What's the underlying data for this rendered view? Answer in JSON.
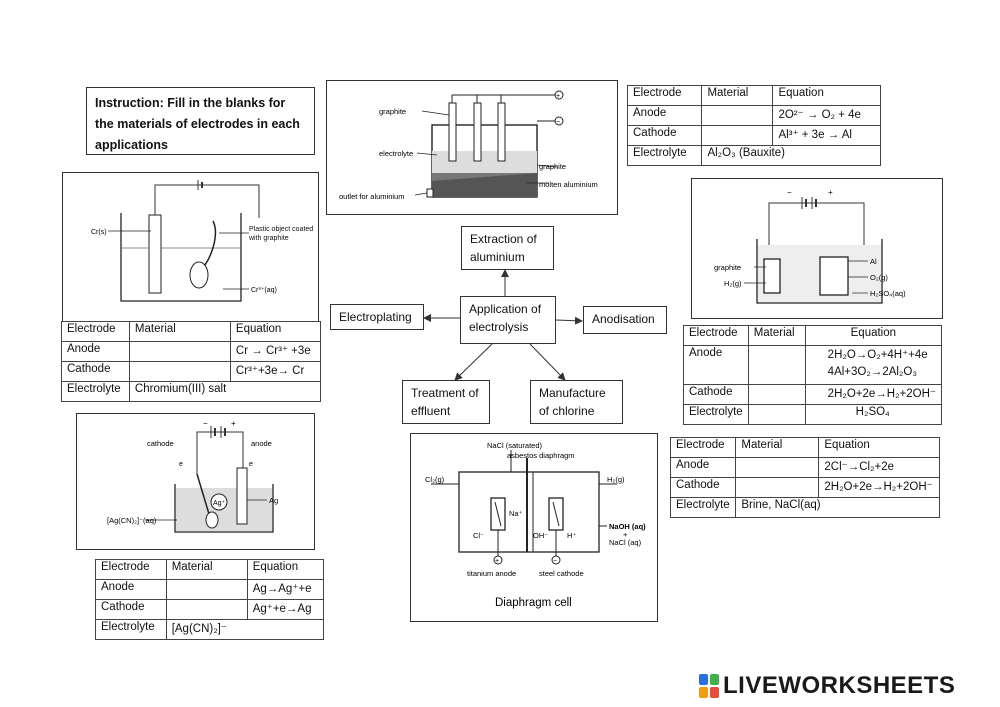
{
  "instruction": {
    "text": "Instruction:  Fill in the blanks for the materials of electrodes in each applications"
  },
  "mindmap": {
    "center": "Application of electrolysis",
    "branches": {
      "extraction": "Extraction of aluminium",
      "electroplating": "Electroplating",
      "anodisation": "Anodisation",
      "effluent": "Treatment of effluent",
      "chlorine": "Manufacture of chlorine"
    }
  },
  "diagrams": {
    "chromium": {
      "cr": "Cr(s)",
      "plastic": "Plastic object coated with graphite",
      "ion": "Cr³⁺(aq)"
    },
    "aluminium": {
      "graphite1": "graphite",
      "electrolyte": "electrolyte",
      "outlet": "outlet for aluminium",
      "graphite2": "graphite",
      "molten": "molten aluminium",
      "plus": "+",
      "minus": "−"
    },
    "anodisation": {
      "graphite": "graphite",
      "h2": "H₂(g)",
      "al": "Al",
      "o2": "O₂(g)",
      "h2so4": "H₂SO₄(aq)"
    },
    "silver": {
      "cathode": "cathode",
      "anode": "anode",
      "e1": "e",
      "e2": "e",
      "ag_ion": "Ag⁺",
      "ag": "Ag",
      "complex": "[Ag(CN)₂]⁻(aq)"
    },
    "diaphragm": {
      "nacl": "NaCl (saturated)",
      "asbestos": "asbestos diaphragm",
      "cl2": "Cl₂(g)",
      "h2": "H₂(g)",
      "na": "Na⁺",
      "cl": "Cl⁻",
      "oh": "OH⁻",
      "h": "H⁺",
      "naoh": "NaOH (aq)",
      "plus": "+",
      "nacl_aq": "NaCl (aq)",
      "ti": "titanium anode",
      "steel": "steel cathode",
      "caption": "Diaphragm cell",
      "p": "+",
      "m": "−"
    }
  },
  "tables": {
    "headers": {
      "electrode": "Electrode",
      "material": "Material",
      "equation": "Equation"
    },
    "aluminium": {
      "rows": [
        {
          "electrode": "Anode",
          "material": "",
          "equation": "2O²⁻ → O₂ + 4e"
        },
        {
          "electrode": "Cathode",
          "material": "",
          "equation": "Al³⁺ + 3e → Al"
        }
      ],
      "electrolyte_label": "Electrolyte",
      "electrolyte": "Al₂O₃ (Bauxite)"
    },
    "chromium": {
      "rows": [
        {
          "electrode": "Anode",
          "material": "",
          "equation": "Cr → Cr³⁺ +3e"
        },
        {
          "electrode": "Cathode",
          "material": "",
          "equation": "Cr³⁺+3e→ Cr"
        }
      ],
      "electrolyte_label": "Electrolyte",
      "electrolyte": "Chromium(III)  salt"
    },
    "anodisation": {
      "anode_label": "Anode",
      "anode_eq1": "2H₂O→O₂+4H⁺+4e",
      "anode_eq2": "4Al+3O₂→2Al₂O₃",
      "cathode_label": "Cathode",
      "cathode_eq": "2H₂O+2e→H₂+2OH⁻",
      "electrolyte_label": "Electrolyte",
      "electrolyte": "H₂SO₄"
    },
    "chlorine": {
      "rows": [
        {
          "electrode": "Anode",
          "material": "",
          "equation": "2Cl⁻→Cl₂+2e"
        },
        {
          "electrode": "Cathode",
          "material": "",
          "equation": "2H₂O+2e→H₂+2OH⁻"
        }
      ],
      "electrolyte_label": "Electrolyte",
      "electrolyte": "Brine, NaCl(aq)"
    },
    "silver": {
      "rows": [
        {
          "electrode": "Anode",
          "material": "",
          "equation": "Ag→Ag⁺+e"
        },
        {
          "electrode": "Cathode",
          "material": "",
          "equation": "Ag⁺+e→Ag"
        }
      ],
      "electrolyte_label": "Electrolyte",
      "electrolyte": "[Ag(CN)₂]⁻"
    }
  },
  "logo": {
    "text": "LIVEWORKSHEETS"
  },
  "colors": {
    "logo_blue": "#2a6fdb",
    "logo_green": "#3fb24a",
    "logo_orange": "#f39c12",
    "logo_red": "#e74c3c"
  }
}
